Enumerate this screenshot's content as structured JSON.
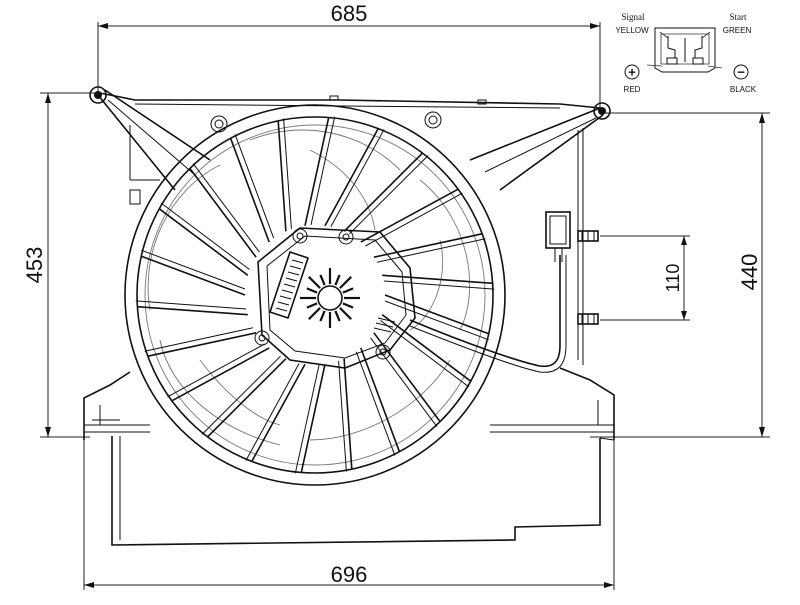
{
  "dimensions": {
    "top_width": "685",
    "bottom_width": "696",
    "left_height": "453",
    "right_height": "440",
    "connector_spacing": "110"
  },
  "connector_legend": {
    "signal_label": "Signal",
    "signal_color": "YELLOW",
    "start_label": "Start",
    "start_color": "GREEN",
    "plus_symbol": "+",
    "plus_color": "RED",
    "minus_symbol": "−",
    "minus_color": "BLACK"
  }
}
